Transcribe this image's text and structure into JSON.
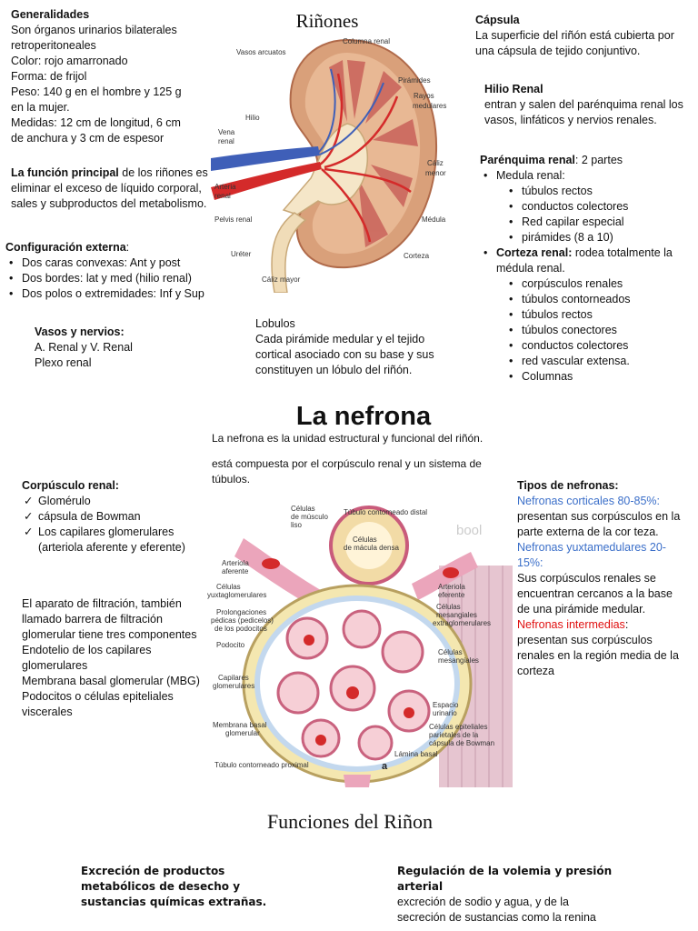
{
  "generalidades": {
    "heading": "Generalidades",
    "lines": [
      "Son órganos urinarios bilaterales",
      "retroperitoneales",
      "Color: rojo amarronado",
      "Forma: de frijol",
      "Peso: 140 g en el hombre y 125 g",
      "en la mujer.",
      "Medidas: 12 cm de longitud, 6 cm",
      "de anchura y 3 cm de espesor"
    ]
  },
  "funcion": {
    "bold": "La función principal",
    "text": " de los riñones es eliminar el exceso de líquido corporal, sales y subproductos del metabolismo."
  },
  "configuracion": {
    "heading": "Configuración externa",
    "colon": ":",
    "items": [
      "Dos caras convexas: Ant y post",
      "Dos bordes: lat y med (hilio renal)",
      "Dos polos o extremidades: Inf y Sup"
    ]
  },
  "vasos": {
    "heading": "Vasos y nervios:",
    "lines": [
      "A. Renal y V. Renal",
      "Plexo renal"
    ]
  },
  "rinones": {
    "title": "Riñones",
    "labels": {
      "vasos_arcuatos": "Vasos arcuatos",
      "columna_renal": "Columna renal",
      "piramides": "Pirámides",
      "rayos": "Rayos",
      "medulares": "medulares",
      "hilio": "Hilio",
      "vena": "Vena",
      "renal_v": "renal",
      "caliz": "Cáliz",
      "menor": "menor",
      "arteria": "Arteria",
      "renal_a": "renal",
      "pelvis": "Pelvis renal",
      "medula": "Médula",
      "ureter": "Uréter",
      "corteza": "Corteza",
      "caliz_mayor": "Cáliz mayor"
    }
  },
  "capsula": {
    "heading": "Cápsula",
    "text": "La superficie del riñón está cubierta por una cápsula de tejido conjuntivo."
  },
  "hilio": {
    "heading": "Hilio Renal",
    "text": "entran y salen del parénquima renal los vasos, linfáticos y nervios renales."
  },
  "parenquima": {
    "heading": "Parénquima renal",
    "heading_rest": ": 2 partes",
    "medula": {
      "label": "Medula renal:",
      "items": [
        "túbulos rectos",
        "conductos colectores",
        "Red capilar especial",
        "pirámides (8 a 10)"
      ]
    },
    "corteza": {
      "label": "Corteza renal:",
      "rest": " rodea totalmente la médula renal.",
      "items": [
        "corpúsculos renales",
        "túbulos contorneados",
        "túbulos rectos",
        "túbulos conectores",
        "conductos colectores",
        "red vascular extensa.",
        "Columnas"
      ]
    }
  },
  "lobulos": {
    "heading": "Lobulos",
    "text": "Cada pirámide medular y el tejido cortical asociado con su base y sus constituyen un lóbulo del riñón."
  },
  "nefrona": {
    "title": "La nefrona",
    "intro1": "La nefrona es la unidad estructural y funcional del riñón.",
    "intro2": "está compuesta por el corpúsculo renal y un sistema de túbulos."
  },
  "corpusculo": {
    "heading": "Corpúsculo renal:",
    "items": [
      "Glomérulo",
      "cápsula de Bowman",
      "Los capilares glomerulares (arteriola aferente y eferente)"
    ]
  },
  "filtracion": {
    "lines": [
      "El aparato de filtración, también llamado barrera de filtración glomerular tiene tres componentes",
      "Endotelio de los capilares glomerulares",
      "Membrana basal glomerular (MBG)",
      "Podocitos o células epiteliales viscerales"
    ]
  },
  "glom_fig": {
    "watermark": "bool",
    "letter": "a",
    "labels": {
      "musculo1": "Células",
      "musculo2": "de músculo",
      "musculo3": "liso",
      "tubulo_distal": "Túbulo contorneado distal",
      "macula1": "Células",
      "macula2": "de mácula densa",
      "art_af1": "Arteriola",
      "art_af2": "aferente",
      "yuxta1": "Células",
      "yuxta2": "yuxtaglomerulares",
      "art_ef1": "Arteriola",
      "art_ef2": "eferente",
      "prolong1": "Prolongaciones",
      "prolong2": "pédicas (pedicelos)",
      "prolong3": "de los podocitos",
      "mes_ext1": "Células",
      "mes_ext2": "mesangiales",
      "mes_ext3": "extraglomerulares",
      "podocito": "Podocito",
      "mes1": "Células",
      "mes2": "mesangiales",
      "cap1": "Capilares",
      "cap2": "glomerulares",
      "espacio1": "Espacio",
      "espacio2": "urinario",
      "mbg1": "Membrana basal",
      "mbg2": "glomerular",
      "parietal1": "Células epiteliales",
      "parietal2": "parietales de la",
      "parietal3": "cápsula de Bowman",
      "lamina": "Lámina basal",
      "proximal": "Túbulo contorneado proximal"
    }
  },
  "tipos": {
    "heading": "Tipos de nefronas:",
    "corticales": "Nefronas corticales 80-85%:",
    "corticales_text": "presentan sus corpúsculos en la parte externa de la cor teza.",
    "yuxta": "Nefronas yuxtamedulares 20-15%:",
    "yuxta_text": "Sus corpúsculos renales se encuentran cercanos a la base de una pirámide medular.",
    "intermedias": "Nefronas intermedias",
    "intermedias_colon": ":",
    "intermedias_text": "presentan sus corpúsculos renales en la región media de la corteza"
  },
  "funciones": {
    "title": "Funciones del Riñon",
    "f1_heading": "Excreción de productos metabólicos de desecho y sustancias químicas extrañas.",
    "f2_heading": "Regulación de la volemia y presión arterial",
    "f2_text": "excreción de sodio y agua, y de la secreción de sustancias como la renina"
  },
  "colors": {
    "accent_blue": "#3b6fc9",
    "accent_red": "#e01010"
  }
}
